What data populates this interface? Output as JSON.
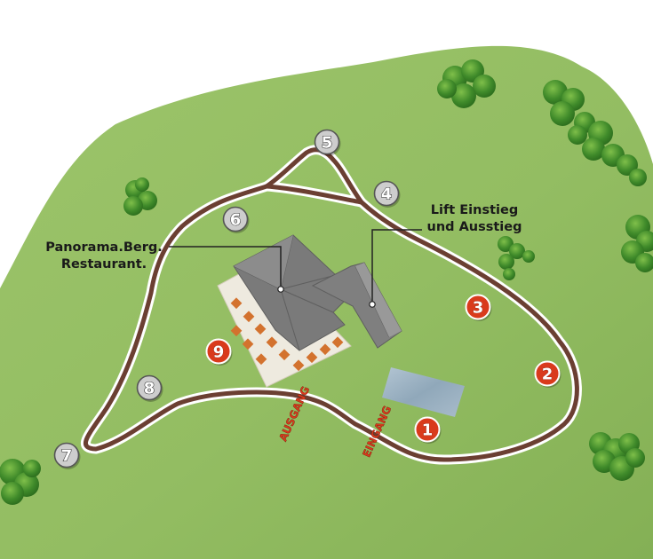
{
  "map": {
    "labels": {
      "restaurant_line1": "Panorama.Berg.",
      "restaurant_line2": "Restaurant.",
      "lift_line1": "Lift Einstieg",
      "lift_line2": "und Ausstieg",
      "exit": "AUSGANG",
      "entrance": "EINGANG"
    },
    "stops": [
      {
        "number": "1",
        "kind": "red"
      },
      {
        "number": "2",
        "kind": "red"
      },
      {
        "number": "3",
        "kind": "red"
      },
      {
        "number": "4",
        "kind": "gray"
      },
      {
        "number": "5",
        "kind": "gray"
      },
      {
        "number": "6",
        "kind": "gray"
      },
      {
        "number": "7",
        "kind": "gray"
      },
      {
        "number": "8",
        "kind": "gray"
      },
      {
        "number": "9",
        "kind": "red"
      }
    ],
    "colors": {
      "meadow": "#93bd62",
      "track": "#6b3f32",
      "track_edge": "#ffffff",
      "marker_red": "#d93a1c",
      "marker_gray": "#cdcdcd",
      "roof": "#737373",
      "pond": "#9db2c2",
      "terrace": "#eeeadf"
    }
  }
}
